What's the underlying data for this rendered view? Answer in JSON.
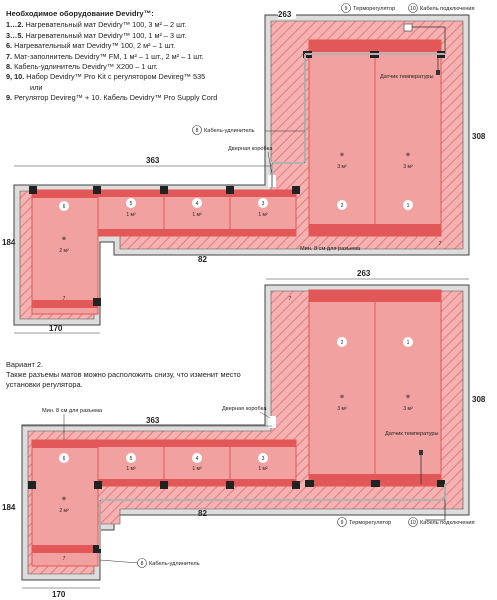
{
  "legend": {
    "title": "Необходимое оборудование Devidry™:",
    "lines": [
      {
        "n": "1…2.",
        "t": "Нагревательный мат Devidry™ 100, 3 м² – 2 шт."
      },
      {
        "n": "3…5.",
        "t": "Нагревательный мат Devidry™ 100, 1 м² – 3 шт."
      },
      {
        "n": "6.",
        "t": "Нагревательный мат Devidry™ 100, 2 м² – 1 шт."
      },
      {
        "n": "7.",
        "t": "Мат-заполнитель Devidry™ FM, 1 м² – 1 шт., 2 м² – 1 шт."
      },
      {
        "n": "8.",
        "t": "Кабель-удлинитель Devidry™ X200 – 1 шт."
      },
      {
        "n": "9, 10.",
        "t": "Набор Devidry™ Pro Kit с регулятором Devireg™ 535"
      },
      {
        "n": "",
        "t": "или"
      },
      {
        "n": "9.",
        "t": "Регулятор Devireg™ + 10. Кабель Devidry™ Pro Supply Cord"
      }
    ]
  },
  "variant": {
    "title": "Вариант 2.",
    "text": "Также разъемы матов можно расположить снизу, что изменит место установки регулятора."
  },
  "labels": {
    "thermostat": "Терморегулятор",
    "connection_cable": "Кабель подключения",
    "sensor": "Датчик температуры",
    "extension_cable": "Кабель-удлинитель",
    "door_frame": "Дверная коробка",
    "min_gap": "Мин. 8 см для разъема"
  },
  "dims": {
    "d263": "263",
    "d308": "308",
    "d363": "363",
    "d184": "184",
    "d82": "82",
    "d170": "170"
  },
  "mats": {
    "m1": "1",
    "m2": "2",
    "m3": "3",
    "m4": "4",
    "m5": "5",
    "m6": "6",
    "m7": "7"
  },
  "callouts": {
    "c8": "8",
    "c9": "9",
    "c10": "10"
  },
  "areas": {
    "a3": "3 м²",
    "a1": "1 м²",
    "a2": "2 м²"
  },
  "colors": {
    "mat": "#f2a1a1",
    "mat_dark": "#e25757",
    "hatch": "#e56b6b",
    "wall": "#c9c9c9"
  }
}
